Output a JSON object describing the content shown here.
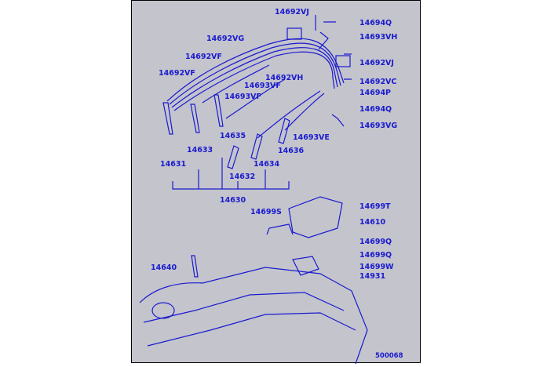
{
  "parts": [
    {
      "key": "p14692VJ_a",
      "label": "14692VJ"
    },
    {
      "key": "p14694Q_a",
      "label": "14694Q"
    },
    {
      "key": "p14693VH",
      "label": "14693VH"
    },
    {
      "key": "p14692VG",
      "label": "14692VG"
    },
    {
      "key": "p14692VF_a",
      "label": "14692VF"
    },
    {
      "key": "p14692VJ_b",
      "label": "14692VJ"
    },
    {
      "key": "p14692VF_b",
      "label": "14692VF"
    },
    {
      "key": "p14692VH",
      "label": "14692VH"
    },
    {
      "key": "p14692VC",
      "label": "14692VC"
    },
    {
      "key": "p14693VF_a",
      "label": "14693VF"
    },
    {
      "key": "p14693VF_b",
      "label": "14693VF"
    },
    {
      "key": "p14694P",
      "label": "14694P"
    },
    {
      "key": "p14694Q_b",
      "label": "14694Q"
    },
    {
      "key": "p14693VG",
      "label": "14693VG"
    },
    {
      "key": "p14693VE",
      "label": "14693VE"
    },
    {
      "key": "p14635",
      "label": "14635"
    },
    {
      "key": "p14633",
      "label": "14633"
    },
    {
      "key": "p14636",
      "label": "14636"
    },
    {
      "key": "p14631",
      "label": "14631"
    },
    {
      "key": "p14634",
      "label": "14634"
    },
    {
      "key": "p14632",
      "label": "14632"
    },
    {
      "key": "p14630",
      "label": "14630"
    },
    {
      "key": "p14699T",
      "label": "14699T"
    },
    {
      "key": "p14699S",
      "label": "14699S"
    },
    {
      "key": "p14610",
      "label": "14610"
    },
    {
      "key": "p14699Q_a",
      "label": "14699Q"
    },
    {
      "key": "p14699Q_b",
      "label": "14699Q"
    },
    {
      "key": "p14640",
      "label": "14640"
    },
    {
      "key": "p14699W",
      "label": "14699W"
    },
    {
      "key": "p14931",
      "label": "14931"
    },
    {
      "key": "code",
      "label": "500068"
    }
  ],
  "colors": {
    "background": "#c4c4cc",
    "ink": "#1a1ad0",
    "outline": "#000000"
  }
}
